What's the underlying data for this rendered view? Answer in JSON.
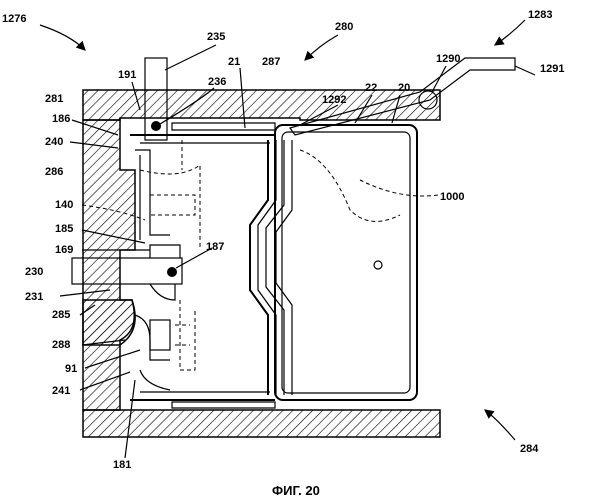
{
  "figure": {
    "caption": "ФИГ. 20",
    "labels": {
      "l1276": "1276",
      "l235": "235",
      "l280": "280",
      "l1283": "1283",
      "l191": "191",
      "l236": "236",
      "l21": "21",
      "l287": "287",
      "l1290": "1290",
      "l1292": "1292",
      "l22": "22",
      "l20": "20",
      "l281": "281",
      "l186": "186",
      "l240": "240",
      "l1291": "1291",
      "l286": "286",
      "l1000": "1000",
      "l140": "140",
      "l185": "185",
      "l187": "187",
      "l169": "169",
      "l230": "230",
      "l231": "231",
      "l285": "285",
      "l288": "288",
      "l91": "91",
      "l241": "241",
      "l284": "284",
      "l181": "181"
    }
  }
}
